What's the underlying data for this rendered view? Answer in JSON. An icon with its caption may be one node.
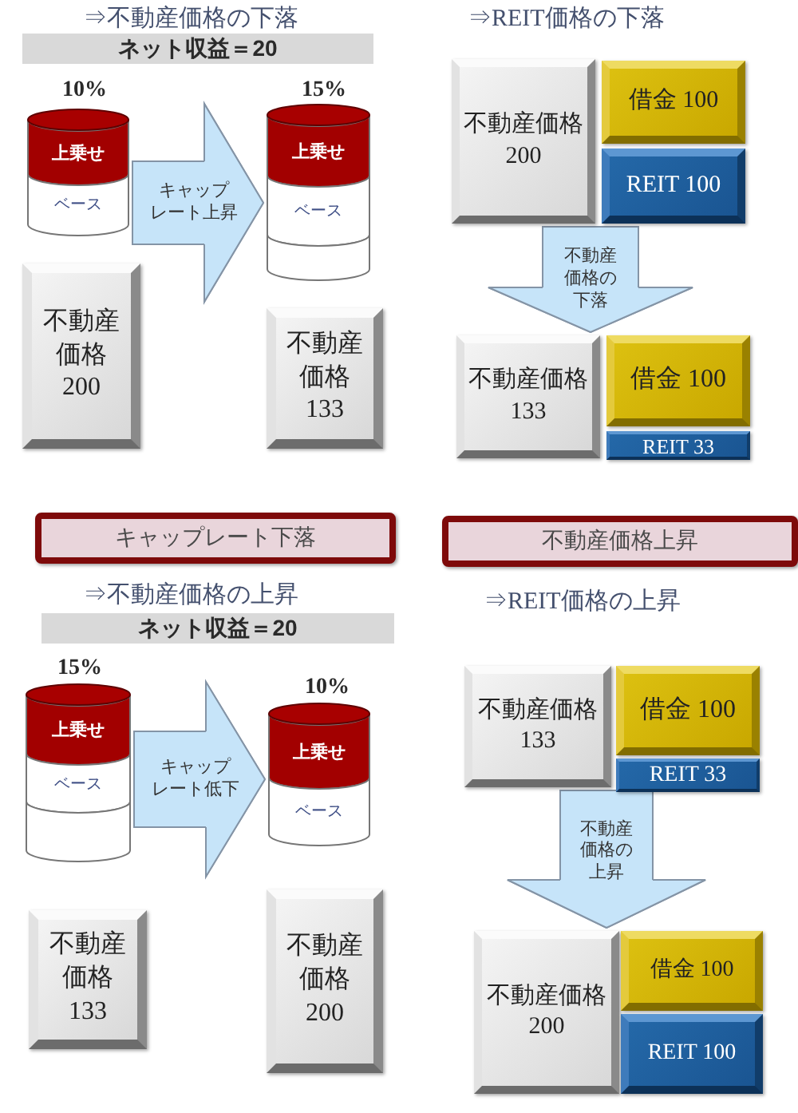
{
  "diagram": {
    "nodes": [
      {
        "text": [
          "ネット収益＝20"
        ]
      },
      {
        "text": [
          "上乗せ",
          "ベース"
        ],
        "beside": [
          "10%"
        ]
      },
      {
        "text": [
          "上乗せ",
          "ベース"
        ],
        "beside": [
          "15%"
        ]
      },
      {
        "text": [
          "不動産価格200"
        ]
      },
      {
        "text": [
          "不動産価格133"
        ]
      },
      {
        "text": [
          "不動産価格200"
        ]
      },
      {
        "text": [
          "借金 100"
        ]
      },
      {
        "text": [
          "REIT 100"
        ]
      },
      {
        "text": [
          "不動産価格133"
        ]
      },
      {
        "text": [
          "借金 100"
        ]
      },
      {
        "text": [
          "REIT 33"
        ]
      },
      {
        "text": [
          "キャップレート下落"
        ]
      },
      {
        "text": [
          "不動産価格上昇"
        ]
      },
      {
        "text": [
          "ネット収益＝20"
        ]
      },
      {
        "text": [
          "上乗せ",
          "ベース"
        ],
        "beside": [
          "15%"
        ]
      },
      {
        "text": [
          "上乗せ",
          "ベース"
        ],
        "beside": [
          "10%"
        ]
      },
      {
        "text": [
          "不動産価格133"
        ]
      },
      {
        "text": [
          "不動産価格200"
        ]
      },
      {
        "text": [
          "不動産価格133"
        ]
      },
      {
        "text": [
          "借金 100"
        ]
      },
      {
        "text": [
          "REIT 33"
        ]
      },
      {
        "text": [
          "不動産価格200"
        ]
      },
      {
        "text": [
          "借金 100"
        ]
      },
      {
        "text": [
          "REIT 100"
        ]
      }
    ],
    "edges": [
      {
        "from": 1,
        "to": 2,
        "arrow": "to",
        "label": "キャップレート上昇"
      },
      {
        "from": 5,
        "to": 8,
        "arrow": "to",
        "label": "不動産価格の下落"
      },
      {
        "from": 14,
        "to": 15,
        "arrow": "to",
        "label": "キャップレート低下"
      },
      {
        "from": 18,
        "to": 21,
        "arrow": "to",
        "label": "不動産価格の上昇"
      }
    ],
    "labels": [
      "⇒不動産価格の下落",
      "⇒REIT価格の下落",
      "⇒不動産価格の上昇",
      "⇒REIT価格の上昇"
    ]
  }
}
